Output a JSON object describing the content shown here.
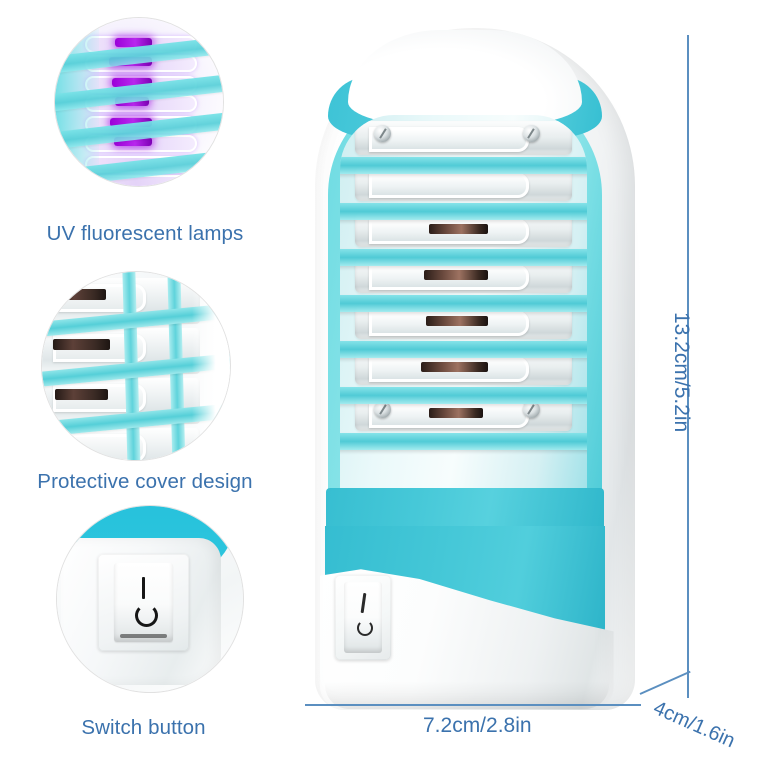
{
  "page": {
    "background_color": "#ffffff",
    "accent_text_color": "#3b72ad",
    "dimension_line_color": "#5b8fc0",
    "product_teal_color": "#45c8d8",
    "product_light_teal_color": "#8ce3e8",
    "uv_glow_color": "#9b00d8",
    "product_white_color": "#ffffff"
  },
  "features": [
    {
      "id": "uv-lamps",
      "label": "UV fluorescent lamps",
      "icon": "uv-lamp-closeup-circle"
    },
    {
      "id": "protective-cover",
      "label": "Protective cover design",
      "icon": "protective-cover-closeup-circle"
    },
    {
      "id": "switch-button",
      "label": "Switch button",
      "icon": "switch-button-closeup-circle"
    }
  ],
  "product": {
    "name": "bug-zapper-night-light",
    "switch_markings": {
      "on": "I",
      "off": "O"
    }
  },
  "dimensions": {
    "height": "13.2cm/5.2in",
    "width": "7.2cm/2.8in",
    "depth": "4cm/1.6in"
  }
}
